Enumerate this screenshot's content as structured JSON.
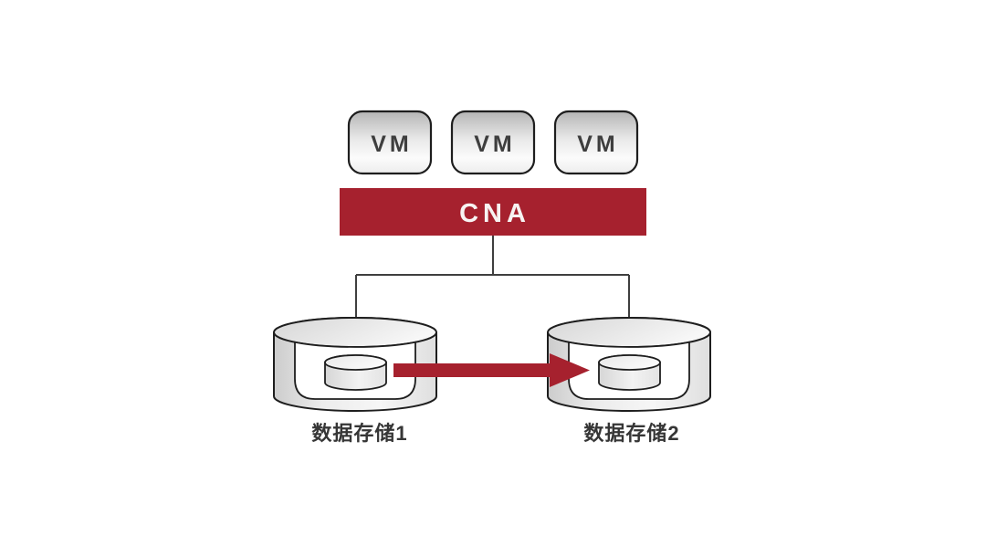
{
  "diagram": {
    "vms": [
      {
        "label": "VM"
      },
      {
        "label": "VM"
      },
      {
        "label": "VM"
      }
    ],
    "cna": {
      "label": "CNA"
    },
    "datastores": [
      {
        "label": "数据存储1"
      },
      {
        "label": "数据存储2"
      }
    ],
    "arrow": {
      "from": "数据存储1",
      "to": "数据存储2",
      "direction": "left-to-right",
      "color": "#A6212E"
    },
    "colors": {
      "accent_red": "#A6212E",
      "outline": "#1E1E1E",
      "connector": "#3F3F3F",
      "label_text": "#363636",
      "cna_text": "#F7F3F2",
      "background": "#FFFFFF"
    }
  }
}
